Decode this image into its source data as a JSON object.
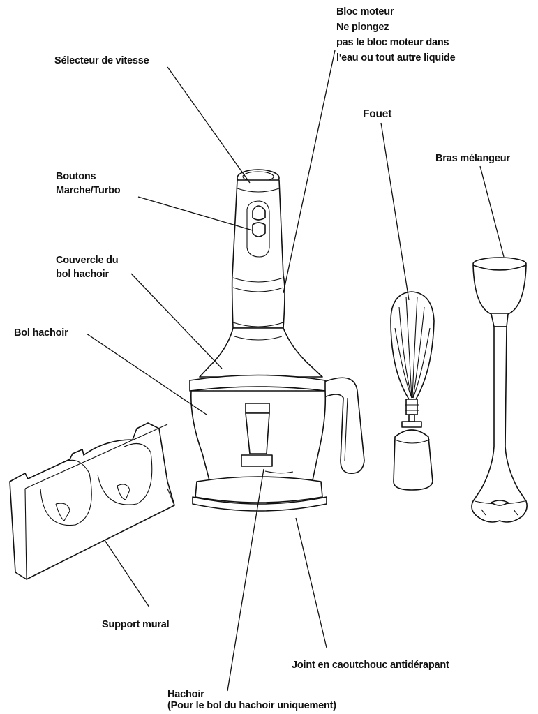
{
  "labels": {
    "bloc_moteur_title": "Bloc moteur",
    "bloc_moteur_warning_1": "Ne plongez",
    "bloc_moteur_warning_2": "pas le bloc moteur dans",
    "bloc_moteur_warning_3": "l'eau ou tout autre liquide",
    "selecteur_vitesse": "Sélecteur de vitesse",
    "fouet": "Fouet",
    "bras_melangeur": "Bras mélangeur",
    "boutons_1": "Boutons",
    "boutons_2": "Marche/Turbo",
    "couvercle_1": "Couvercle du",
    "couvercle_2": "bol hachoir",
    "bol_hachoir": "Bol hachoir",
    "support_mural": "Support mural",
    "joint": "Joint en caoutchouc antidérapant",
    "hachoir_1": "Hachoir",
    "hachoir_2": "(Pour le bol du hachoir uniquement)"
  }
}
